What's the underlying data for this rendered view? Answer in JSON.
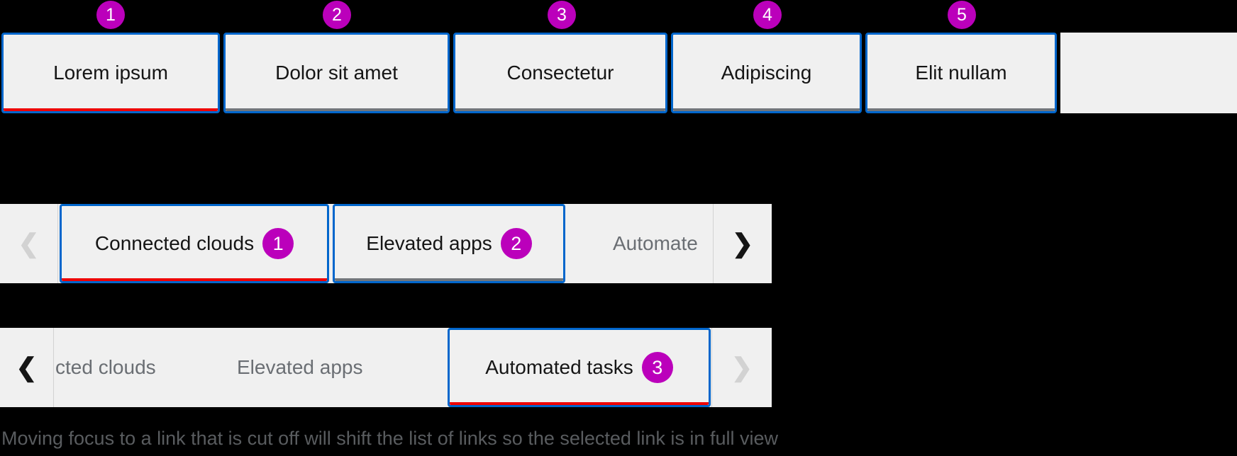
{
  "colors": {
    "background": "#000000",
    "tab_background": "#f0f0f0",
    "focus_ring_blue": "#0066cc",
    "selected_underline_red": "#ee0000",
    "inactive_underline_gray": "#72767b",
    "text_dark": "#151515",
    "text_gray": "#6a6e73",
    "divider_gray": "#d2d2d2",
    "disabled_icon_gray": "#d2d2d2",
    "annotation_magenta": "#bb00bb"
  },
  "icons": {
    "angle_left": "❮",
    "angle_right": "❯"
  },
  "top_tabs": {
    "tabs": [
      {
        "label": "Lorem ipsum",
        "badge": "1",
        "selected": true
      },
      {
        "label": "Dolor sit amet",
        "badge": "2",
        "selected": false
      },
      {
        "label": "Consectetur",
        "badge": "3",
        "selected": false
      },
      {
        "label": "Adipiscing",
        "badge": "4",
        "selected": false
      },
      {
        "label": "Elit nullam",
        "badge": "5",
        "selected": false
      }
    ]
  },
  "scrolled_tabs_start": {
    "left_scroll_disabled": true,
    "right_scroll_disabled": false,
    "tabs": [
      {
        "label": "Connected clouds",
        "badge": "1",
        "selected": true,
        "cut_off": false
      },
      {
        "label": "Elevated apps",
        "badge": "2",
        "selected": false,
        "cut_off": false
      },
      {
        "label": "Automate",
        "cut_off": true
      }
    ]
  },
  "scrolled_tabs_end": {
    "left_scroll_disabled": false,
    "right_scroll_disabled": true,
    "tabs": [
      {
        "label": "cted clouds",
        "cut_off": true
      },
      {
        "label": "Elevated apps",
        "cut_off": false
      },
      {
        "label": "Automated tasks",
        "badge": "3",
        "selected": true,
        "cut_off": false
      }
    ]
  },
  "caption": {
    "text": "Moving focus to a link that is cut off will shift the list of links so the selected link is in full view"
  }
}
